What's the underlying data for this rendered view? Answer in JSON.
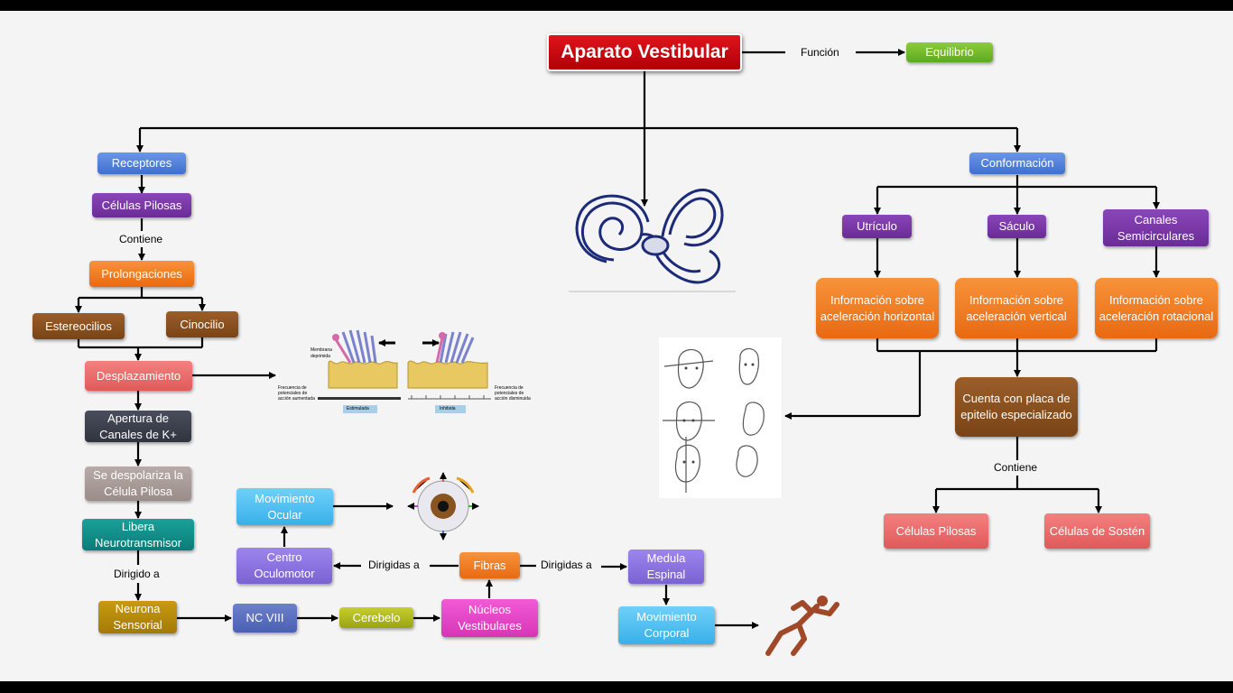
{
  "title": "Aparato Vestibular",
  "funcion_label": "Función",
  "equilibrio": "Equilibrio",
  "left": {
    "receptores": "Receptores",
    "celulas_pilosas": "Células Pilosas",
    "contiene": "Contiene",
    "prolongaciones": "Prolongaciones",
    "estereocilios": "Estereocilios",
    "cinocilio": "Cinocilio",
    "desplazamiento": "Desplazamiento",
    "apertura": "Apertura de Canales de K+",
    "despolariza": "Se despolariza la Célula Pilosa",
    "libera": "Libera Neurotransmisor",
    "dirigido_a": "Dirigido a",
    "neurona": "Neurona Sensorial"
  },
  "bottom": {
    "nc8": "NC VIII",
    "cerebelo": "Cerebelo",
    "nucleos": "Núcleos Vestibulares",
    "fibras": "Fibras",
    "dirigidas_a_1": "Dirigidas a",
    "dirigidas_a_2": "Dirigidas a",
    "centro": "Centro Oculomotor",
    "mov_ocular": "Movimiento Ocular",
    "medula": "Medula Espinal",
    "mov_corporal": "Movimiento Corporal"
  },
  "right": {
    "conformacion": "Conformación",
    "utriculo": "Utrículo",
    "saculo": "Sáculo",
    "canales": "Canales Semicirculares",
    "info_h": "Información sobre aceleración horizontal",
    "info_v": "Información sobre aceleración vertical",
    "info_r": "Información sobre aceleración rotacional",
    "cuenta": "Cuenta con placa de epitelio especializado",
    "contiene": "Contiene",
    "cel_pilosas": "Células Pilosas",
    "cel_sosten": "Células de Sostén"
  },
  "hair_figure": {
    "membrana": "Membrana deprimida",
    "freq_aumentada": "Frecuencia de potenciales de acción aumentada",
    "freq_disminuida": "Frecuencia de potenciales de acción disminuida",
    "estimulada": "Estimulada",
    "inhibida": "Inhibida"
  },
  "colors": {
    "title_red": "#c8000c",
    "arrow": "#000000"
  }
}
